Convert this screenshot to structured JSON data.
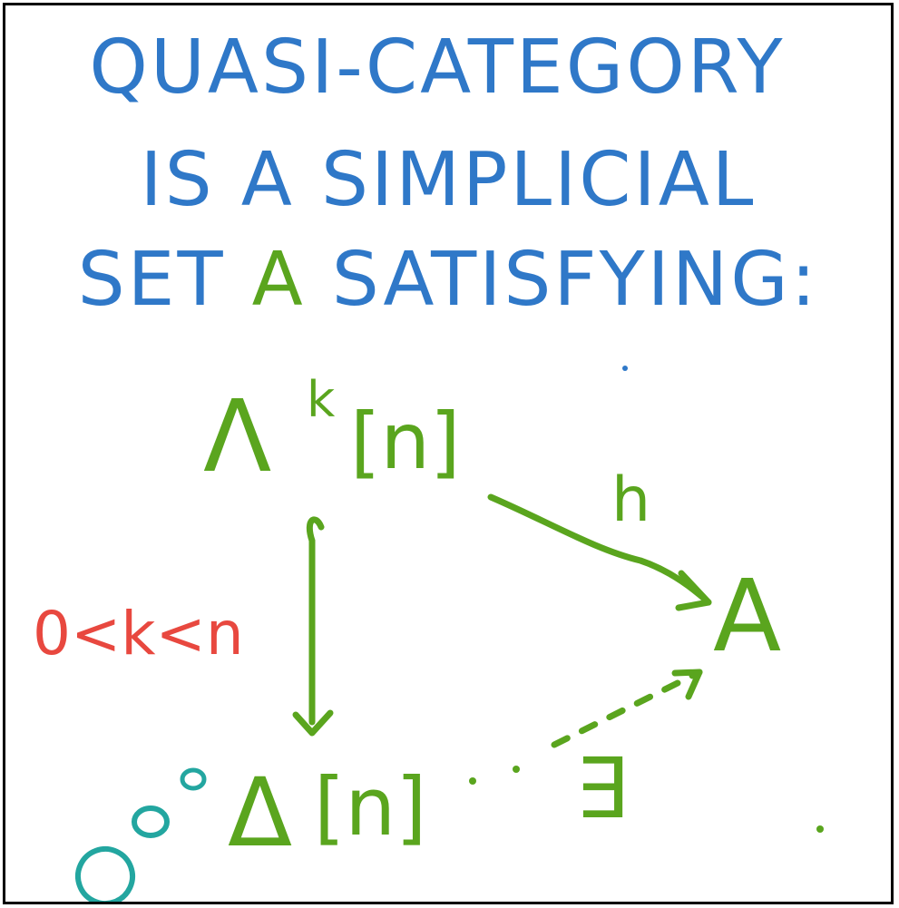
{
  "title": {
    "line1": "QUASI-CATEGORY",
    "line2": "IS A SIMPLICIAL",
    "line3_pre": "SET ",
    "line3_object": "A",
    "line3_post": " SATISFYING:"
  },
  "diagram": {
    "horn": {
      "symbol": "Λ",
      "superscript": "k",
      "bracket": "[n]"
    },
    "simplex": {
      "symbol": "Δ",
      "bracket": "[n]"
    },
    "target": "A",
    "map_label": "h",
    "condition": "0<k<n",
    "exists": "∃"
  },
  "colors": {
    "heading": "#2f78c8",
    "diagram": "#5aa51e",
    "condition": "#e8483f",
    "accent": "#23a6a0",
    "frame": "#000000"
  }
}
